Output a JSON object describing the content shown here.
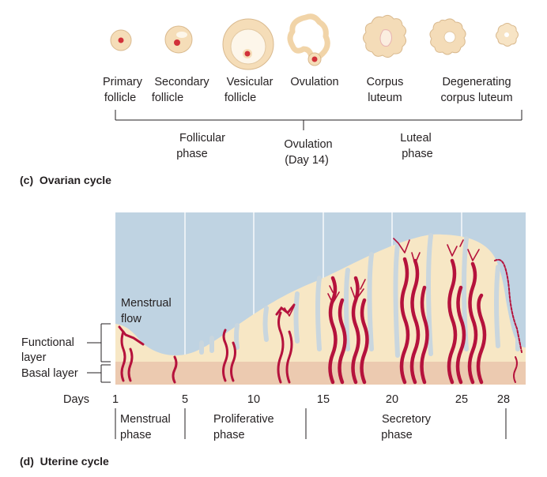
{
  "ovarian": {
    "stages": [
      {
        "l1": "Primary",
        "l2": "follicle"
      },
      {
        "l1": "Secondary",
        "l2": "follicle"
      },
      {
        "l1": "Vesicular",
        "l2": "follicle"
      },
      {
        "l1": "Ovulation",
        "l2": ""
      },
      {
        "l1": "Corpus",
        "l2": "luteum"
      },
      {
        "l1": "Degenerating",
        "l2": "corpus luteum"
      }
    ],
    "phases": {
      "follicular_1": "Follicular",
      "follicular_2": "phase",
      "ovulation_1": "Ovulation",
      "ovulation_2": "(Day 14)",
      "luteal_1": "Luteal",
      "luteal_2": "phase"
    },
    "caption": "(c)  Ovarian cycle"
  },
  "uterine": {
    "labels": {
      "menstrual_flow_1": "Menstrual",
      "menstrual_flow_2": "flow",
      "functional_1": "Functional",
      "functional_2": "layer",
      "basal": "Basal layer",
      "days": "Days"
    },
    "day_ticks": [
      "1",
      "5",
      "10",
      "15",
      "20",
      "25",
      "28"
    ],
    "phases": {
      "menstrual_1": "Menstrual",
      "menstrual_2": "phase",
      "proliferative_1": "Proliferative",
      "proliferative_2": "phase",
      "secretory_1": "Secretory",
      "secretory_2": "phase"
    },
    "caption": "(d)  Uterine cycle"
  },
  "colors": {
    "sky": "#bfd3e2",
    "functional": "#f7e7c5",
    "basal": "#eccab0",
    "vessel": "#b5123c",
    "gland": "#c9d6de",
    "follicle": "#f5ddb8",
    "follicle_edge": "#d9b98e",
    "egg": "#d1313a"
  }
}
